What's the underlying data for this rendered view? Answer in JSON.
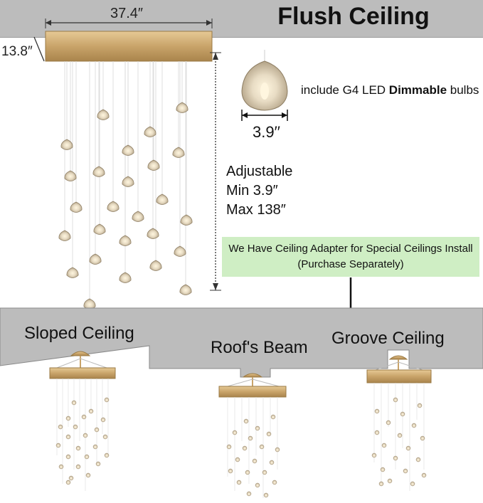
{
  "title": "Flush Ceiling",
  "dimensions": {
    "canopy_length": "37.4″",
    "canopy_width": "13.8″"
  },
  "bulb": {
    "note_prefix": "include G4 LED ",
    "note_bold": "Dimmable",
    "note_suffix": " bulbs",
    "diameter": "3.9′′"
  },
  "adjustable": {
    "line1": "Adjustable",
    "line2": "Min 3.9″",
    "line3": "Max 138″"
  },
  "adapter": {
    "line1": "We Have Ceiling Adapter for Special Ceilings Install",
    "line2": "(Purchase Separately)",
    "color": "#cfeec4"
  },
  "ceiling_types": {
    "sloped": "Sloped Ceiling",
    "roof_beam": "Roof's Beam",
    "groove": "Groove Ceiling"
  },
  "colors": {
    "ceiling": "#bcbcbc",
    "gold": "#c9a46a"
  }
}
